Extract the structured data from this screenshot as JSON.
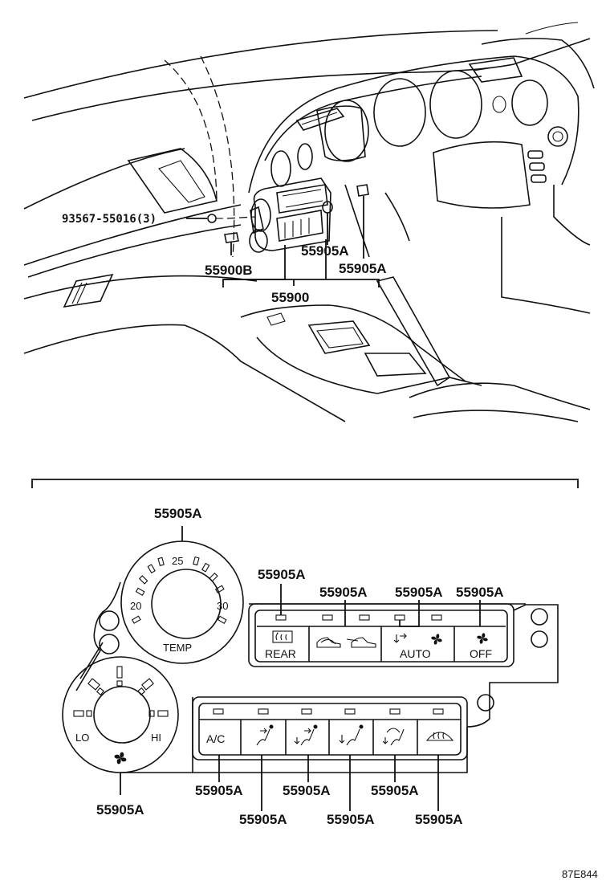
{
  "upper_view": {
    "screw_label": "93567-55016(3)",
    "labels": {
      "clip": "55900B",
      "bulb_1": "55905A",
      "bulb_2": "55905A",
      "assembly": "55900"
    }
  },
  "lower_view": {
    "temp_dial": {
      "callout": "55905A",
      "scale": [
        "20",
        "25",
        "30"
      ],
      "caption": "TEMP"
    },
    "fan_dial": {
      "callout": "55905A",
      "lo": "LO",
      "hi": "HI"
    },
    "mode_panel": {
      "callouts": [
        "55905A",
        "55905A",
        "55905A",
        "55905A"
      ],
      "buttons": [
        {
          "icon": "rear-defogger-icon",
          "label": "REAR"
        },
        {
          "icon": "recirculation-icon",
          "label": ""
        },
        {
          "icon": "fresh-air-icon",
          "label": ""
        },
        {
          "icon": "auto-mode-icon",
          "label": "AUTO"
        },
        {
          "icon": "fan-off-icon",
          "label": "OFF"
        }
      ]
    },
    "vent_panel": {
      "callouts_row1": [
        "55905A",
        "55905A",
        "55905A"
      ],
      "callouts_row2": [
        "55905A",
        "55905A",
        "55905A"
      ],
      "buttons": [
        {
          "icon": "ac-icon",
          "label": "A/C"
        },
        {
          "icon": "face-vent-icon",
          "label": ""
        },
        {
          "icon": "bi-level-vent-icon",
          "label": ""
        },
        {
          "icon": "foot-vent-icon",
          "label": ""
        },
        {
          "icon": "foot-defrost-icon",
          "label": ""
        },
        {
          "icon": "front-defroster-icon",
          "label": ""
        }
      ]
    }
  },
  "figure_code": "87E844"
}
